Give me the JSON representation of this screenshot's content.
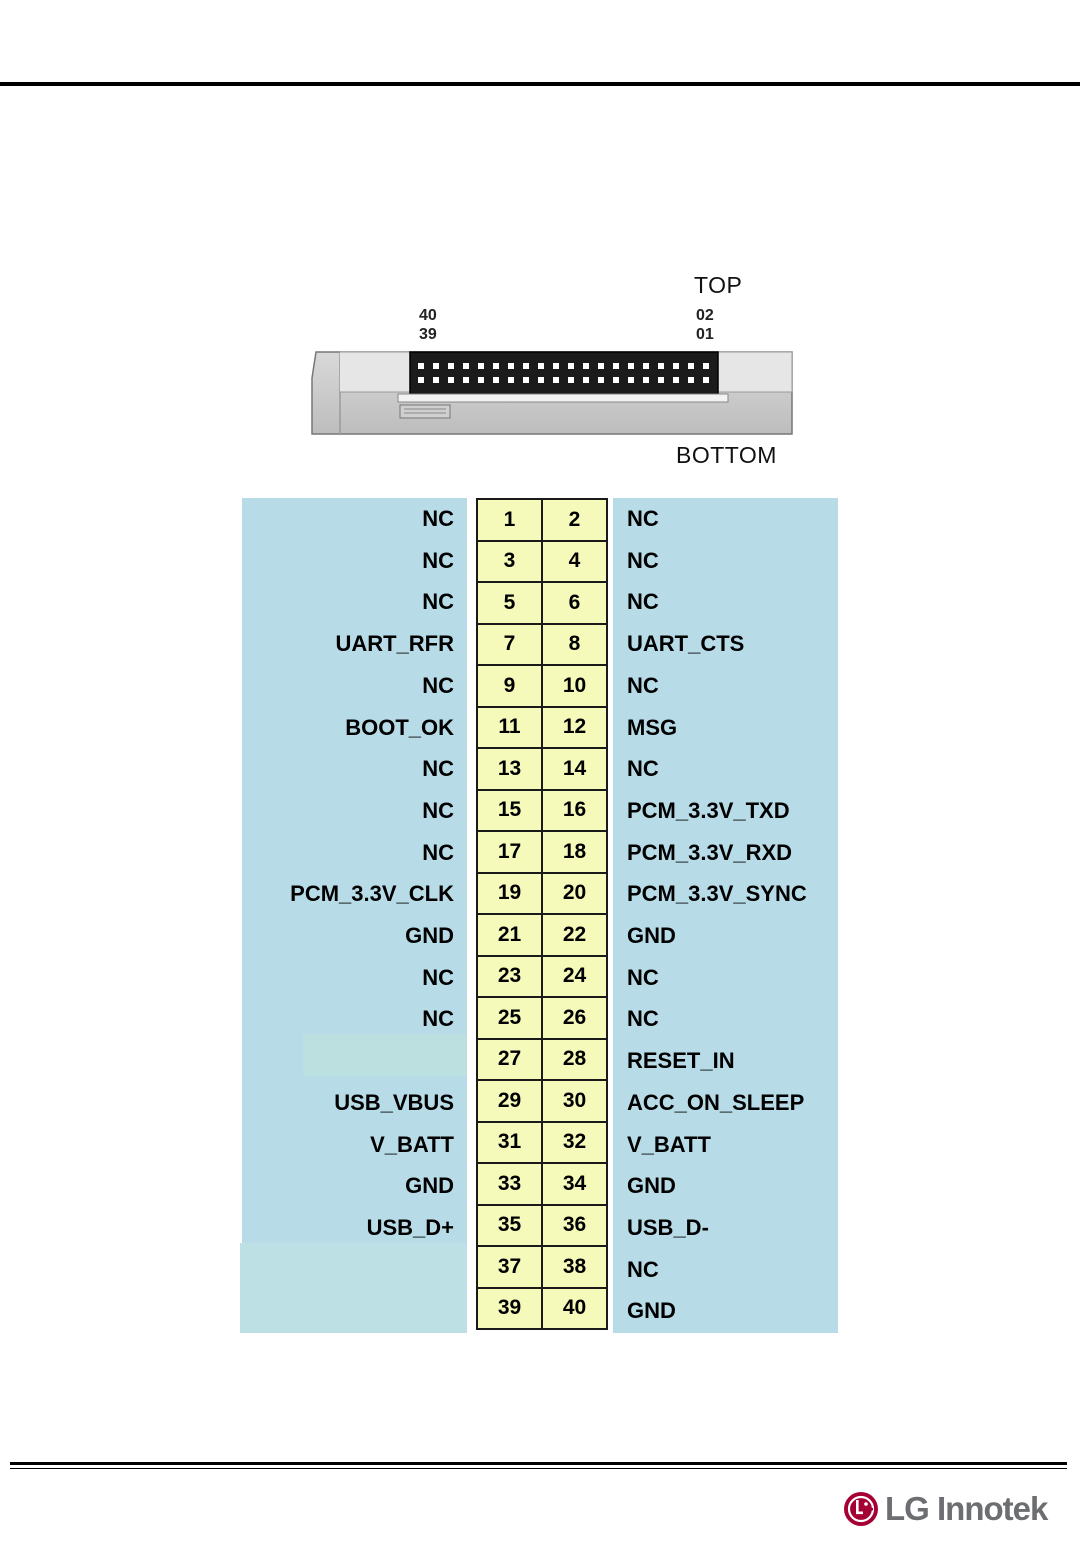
{
  "connector": {
    "top_label": "TOP",
    "bottom_label": "BOTTOM",
    "left_pins": [
      "40",
      "39"
    ],
    "right_pins": [
      "02",
      "01"
    ]
  },
  "rows": [
    {
      "pins": [
        "1",
        "2"
      ],
      "left": "NC",
      "right": "NC"
    },
    {
      "pins": [
        "3",
        "4"
      ],
      "left": "NC",
      "right": "NC"
    },
    {
      "pins": [
        "5",
        "6"
      ],
      "left": "NC",
      "right": "NC"
    },
    {
      "pins": [
        "7",
        "8"
      ],
      "left": "UART_RFR",
      "right": "UART_CTS"
    },
    {
      "pins": [
        "9",
        "10"
      ],
      "left": "NC",
      "right": "NC"
    },
    {
      "pins": [
        "11",
        "12"
      ],
      "left": "BOOT_OK",
      "right": "MSG"
    },
    {
      "pins": [
        "13",
        "14"
      ],
      "left": "NC",
      "right": "NC"
    },
    {
      "pins": [
        "15",
        "16"
      ],
      "left": "NC",
      "right": "PCM_3.3V_TXD"
    },
    {
      "pins": [
        "17",
        "18"
      ],
      "left": "NC",
      "right": "PCM_3.3V_RXD"
    },
    {
      "pins": [
        "19",
        "20"
      ],
      "left": "PCM_3.3V_CLK",
      "right": "PCM_3.3V_SYNC"
    },
    {
      "pins": [
        "21",
        "22"
      ],
      "left": "GND",
      "right": "GND"
    },
    {
      "pins": [
        "23",
        "24"
      ],
      "left": "NC",
      "right": "NC"
    },
    {
      "pins": [
        "25",
        "26"
      ],
      "left": "NC",
      "right": "NC"
    },
    {
      "pins": [
        "27",
        "28"
      ],
      "left": "",
      "right": "RESET_IN"
    },
    {
      "pins": [
        "29",
        "30"
      ],
      "left": "USB_VBUS",
      "right": "ACC_ON_SLEEP"
    },
    {
      "pins": [
        "31",
        "32"
      ],
      "left": "V_BATT",
      "right": "V_BATT"
    },
    {
      "pins": [
        "33",
        "34"
      ],
      "left": "GND",
      "right": "GND"
    },
    {
      "pins": [
        "35",
        "36"
      ],
      "left": "USB_D+",
      "right": "USB_D-"
    },
    {
      "pins": [
        "37",
        "38"
      ],
      "left": "",
      "right": "NC"
    },
    {
      "pins": [
        "39",
        "40"
      ],
      "left": "",
      "right": "GND"
    }
  ],
  "logo": {
    "text": "LG Innotek",
    "mark_color": "#a50034",
    "text_color": "#6d6e71"
  },
  "colors": {
    "signal_panel": "#b7dce8",
    "pin_cell": "#f5f9b9"
  }
}
